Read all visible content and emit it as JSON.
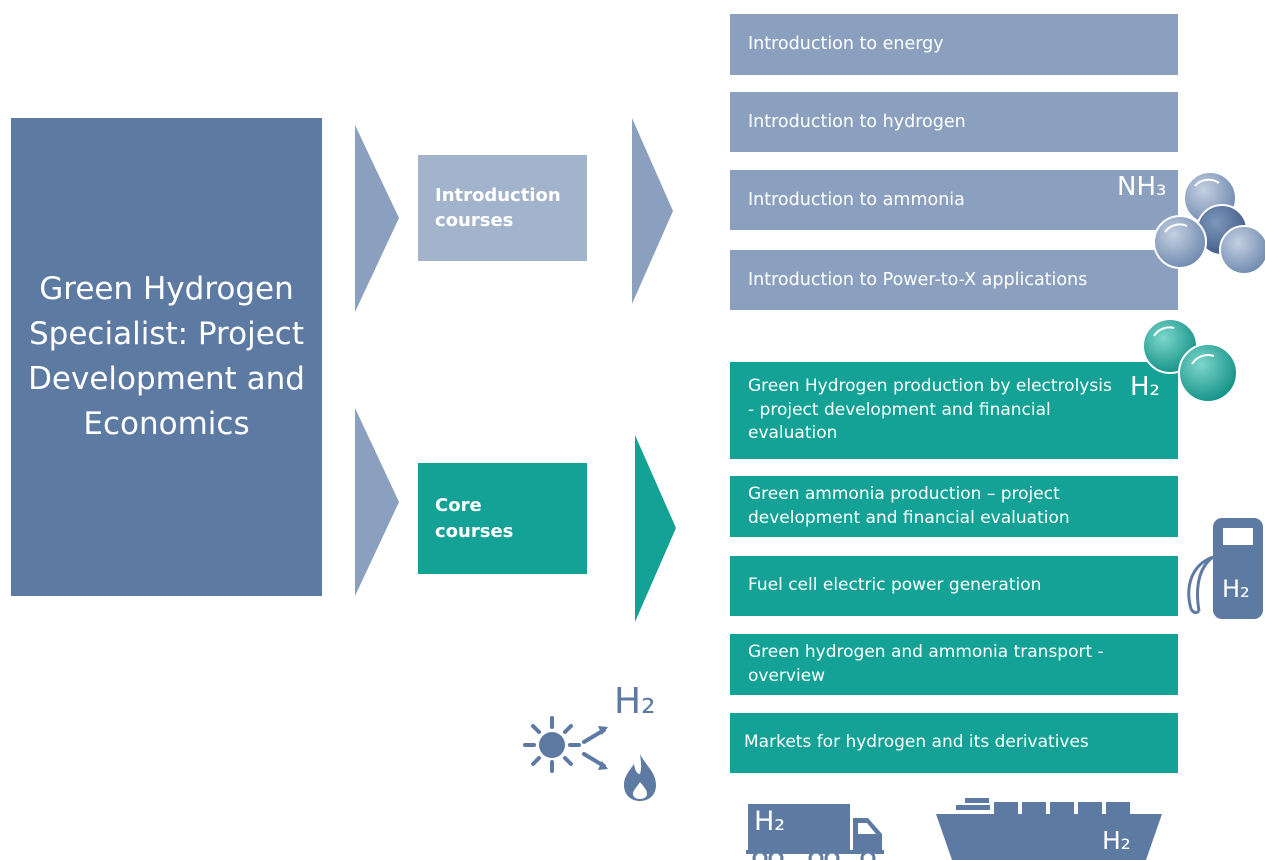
{
  "program": {
    "title": "Green Hydrogen Specialist: Project Development and Economics"
  },
  "categories": {
    "intro_label": "Introduction\ncourses",
    "core_label": "Core\ncourses"
  },
  "intro_courses": [
    "Introduction to energy",
    "Introduction to hydrogen",
    "Introduction to ammonia",
    "Introduction to Power-to-X applications"
  ],
  "core_courses": [
    "Green Hydrogen production by electrolysis - project development and financial evaluation",
    "Green ammonia production – project development and financial evaluation",
    "Fuel cell electric power generation",
    "Green hydrogen and ammonia transport - overview",
    "Markets for hydrogen and its derivatives"
  ],
  "formulas": {
    "ammonia": "NH₃",
    "hydrogen": "H₂"
  },
  "colors": {
    "program": "#5d7aa3",
    "intro_category": "#a2b3cc",
    "intro_course": "#8aa0be",
    "core": "#14a296",
    "arrow_blue": "#8aa0be",
    "icon_blue": "#5d7aa3"
  },
  "icons": {
    "ammonia_molecule": "ammonia-molecule-icon",
    "hydrogen_molecule": "hydrogen-molecule-icon",
    "fuel_pump": "fuel-pump-icon",
    "sun": "sun-icon",
    "flame": "flame-icon",
    "truck": "truck-icon",
    "ship": "ship-icon"
  }
}
